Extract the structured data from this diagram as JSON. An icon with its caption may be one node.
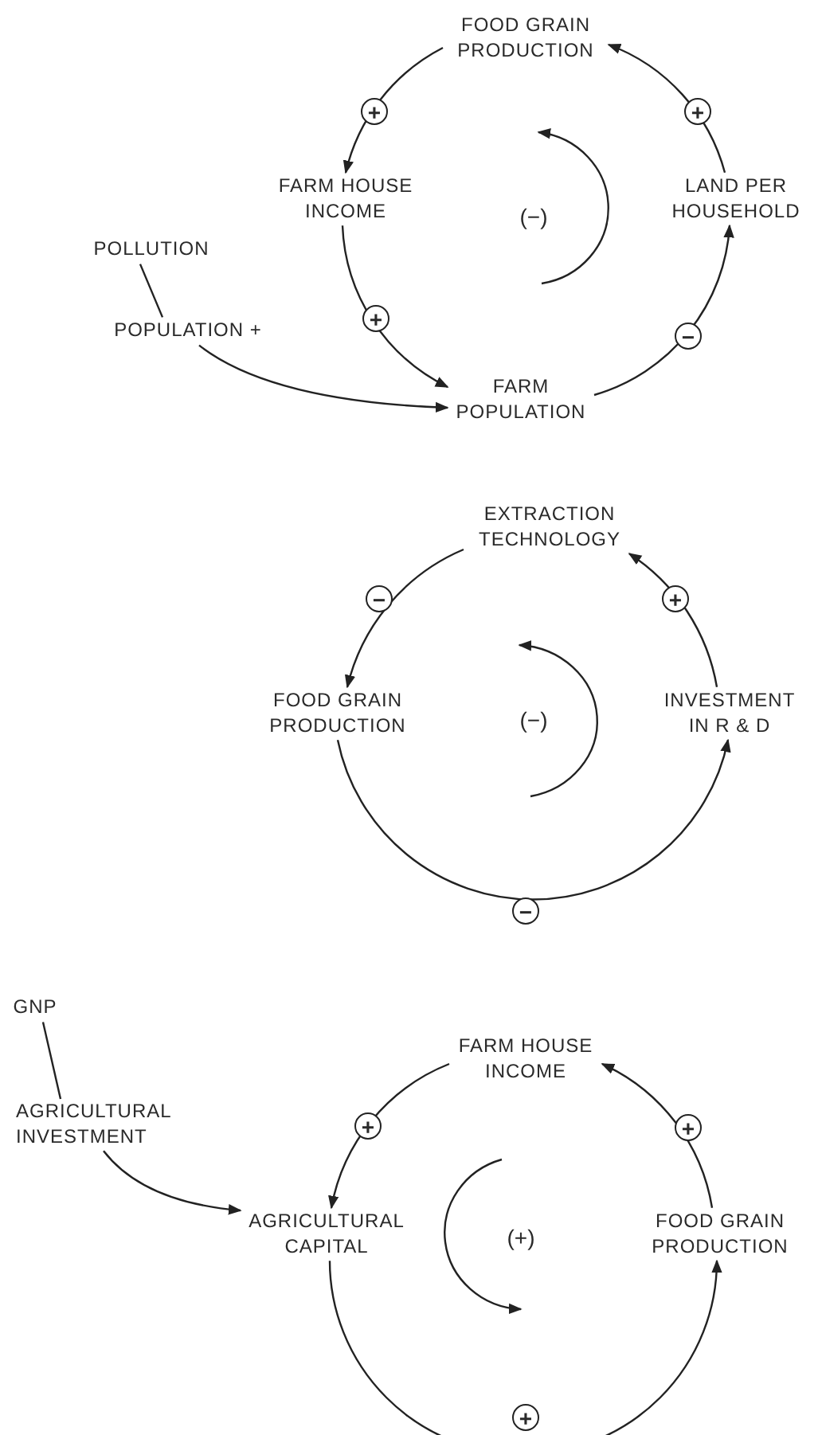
{
  "diagram": {
    "nodes": [
      {
        "text": [
          "FOOD GRAIN PRODUCTION"
        ]
      },
      {
        "text": [
          "FARM HOUSE INCOME"
        ]
      },
      {
        "text": [
          "LAND PER HOUSEHOLD"
        ]
      },
      {
        "text": [
          "POLLUTION"
        ]
      },
      {
        "text": [
          "POPULATION +"
        ]
      },
      {
        "text": [
          "FARM POPULATION"
        ]
      },
      {
        "text": [
          "EXTRACTION TECHNOLOGY"
        ]
      },
      {
        "text": [
          "FOOD GRAIN PRODUCTION"
        ]
      },
      {
        "text": [
          "INVESTMENT IN R & D"
        ]
      },
      {
        "text": [
          "GNP"
        ]
      },
      {
        "text": [
          "AGRICULTURAL INVESTMENT"
        ]
      },
      {
        "text": [
          "FARM HOUSE INCOME"
        ]
      },
      {
        "text": [
          "AGRICULTURAL CAPITAL"
        ]
      },
      {
        "text": [
          "FOOD GRAIN PRODUCTION"
        ]
      }
    ],
    "edges": [
      {
        "from": 0,
        "to": 1,
        "arrow": "to",
        "label": "+"
      },
      {
        "from": 1,
        "to": 5,
        "arrow": "to",
        "label": "+"
      },
      {
        "from": 5,
        "to": 2,
        "arrow": "to",
        "label": "−"
      },
      {
        "from": 2,
        "to": 0,
        "arrow": "to",
        "label": "+"
      },
      {
        "from": 3,
        "to": 4,
        "arrow": "none"
      },
      {
        "from": 4,
        "to": 5,
        "arrow": "to"
      },
      {
        "from": 6,
        "to": 7,
        "arrow": "to",
        "label": "−"
      },
      {
        "from": 7,
        "to": 8,
        "arrow": "to",
        "label": "−"
      },
      {
        "from": 8,
        "to": 6,
        "arrow": "to",
        "label": "+"
      },
      {
        "from": 9,
        "to": 10,
        "arrow": "none"
      },
      {
        "from": 10,
        "to": 12,
        "arrow": "to"
      },
      {
        "from": 11,
        "to": 12,
        "arrow": "to",
        "label": "+"
      },
      {
        "from": 12,
        "to": 13,
        "arrow": "to",
        "label": "+"
      },
      {
        "from": 13,
        "to": 11,
        "arrow": "to",
        "label": "+"
      }
    ],
    "labels": [
      "(−)",
      "(−)",
      "(+)"
    ]
  }
}
